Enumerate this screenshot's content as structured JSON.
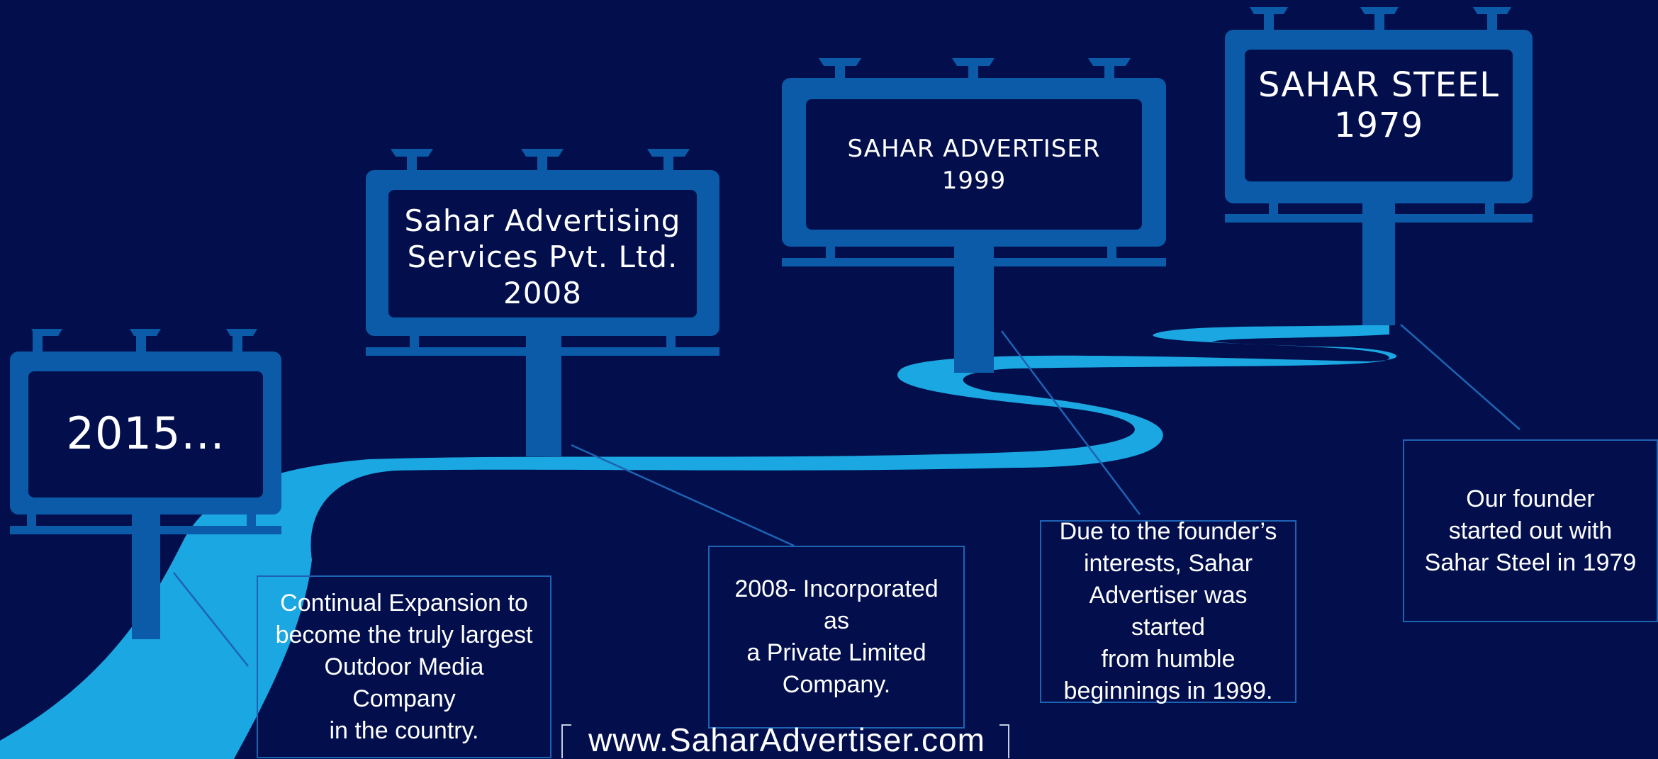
{
  "colors": {
    "background": "#020f4c",
    "billboard": "#0b5ba8",
    "road": "#1aa7e2",
    "connector": "#1e63b3",
    "text": "#ffffff"
  },
  "billboards": [
    {
      "lines": [
        "2015..."
      ]
    },
    {
      "lines": [
        "Sahar Advertising",
        "Services Pvt. Ltd.",
        "2008"
      ]
    },
    {
      "lines": [
        "SAHAR ADVERTISER",
        "1999"
      ]
    },
    {
      "lines": [
        "SAHAR STEEL",
        "1979"
      ]
    }
  ],
  "callouts": [
    {
      "lines": [
        "Continual Expansion to",
        "become the truly largest",
        "Outdoor Media Company",
        "in the country."
      ]
    },
    {
      "lines": [
        "2008- Incorporated as",
        "a Private Limited",
        "Company."
      ]
    },
    {
      "lines": [
        "Due to the founder’s",
        "interests, Sahar",
        "Advertiser was started",
        "from humble",
        "beginnings in 1999."
      ]
    },
    {
      "lines": [
        "Our founder",
        "started out with",
        "Sahar Steel in 1979"
      ]
    }
  ],
  "footer": {
    "url": "www.SaharAdvertiser.com"
  }
}
